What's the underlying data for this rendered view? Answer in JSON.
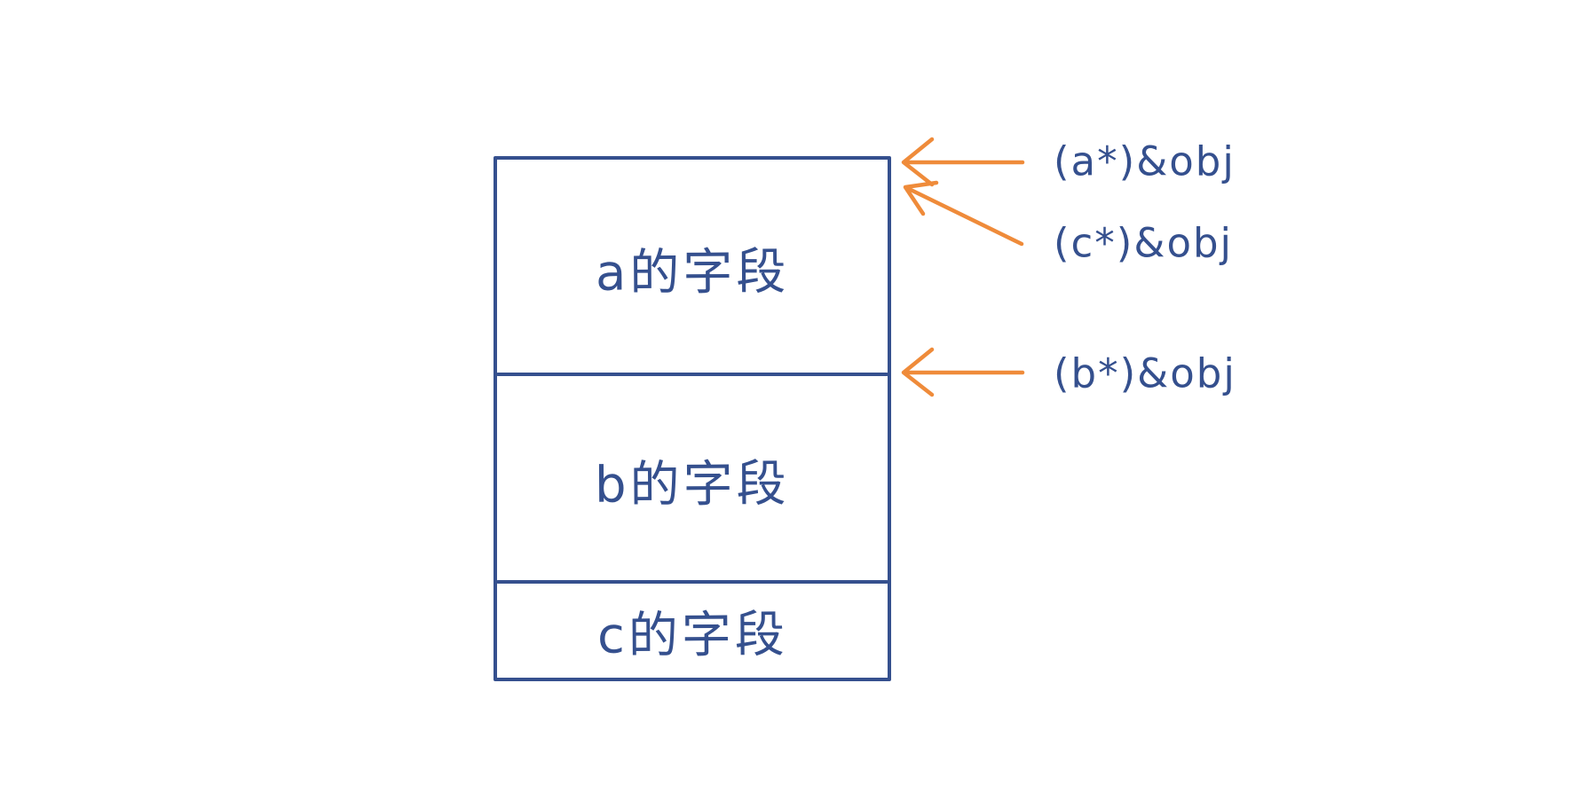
{
  "diagram": {
    "description": "Memory layout of an object with inherited fields (a, b, c) and pointer casts",
    "box": {
      "sections": [
        {
          "id": "a",
          "label": "a的字段"
        },
        {
          "id": "b",
          "label": "b的字段"
        },
        {
          "id": "c",
          "label": "c的字段"
        }
      ]
    },
    "pointers": [
      {
        "id": "a",
        "label": "(a*)&obj",
        "points_to": "top of section a"
      },
      {
        "id": "c",
        "label": "(c*)&obj",
        "points_to": "top of section a"
      },
      {
        "id": "b",
        "label": "(b*)&obj",
        "points_to": "top of section b"
      }
    ],
    "colors": {
      "line_blue": "#35508e",
      "arrow_orange": "#ef8b3a",
      "background": "#ffffff"
    }
  }
}
